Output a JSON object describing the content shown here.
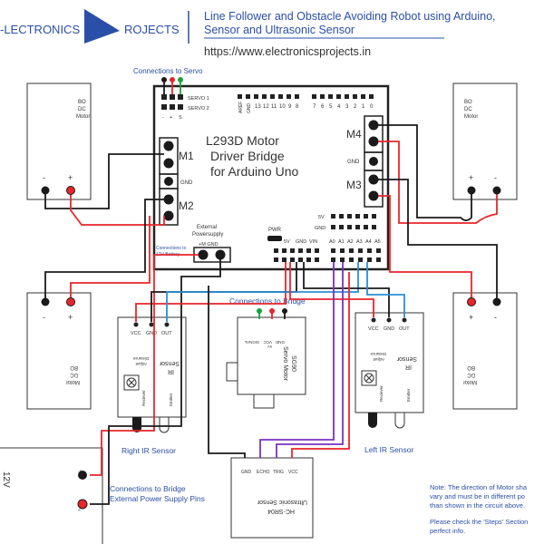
{
  "header": {
    "logo_left": "-LECTRONICS",
    "logo_right": "ROJECTS",
    "title_line1": "Line Follower and Obstacle Avoiding Robot using Arduino,",
    "title_line2": "Sensor and Ultrasonic Sensor",
    "url": "https://www.electronicsprojects.in"
  },
  "servo_connections_label": "Connections to Servo",
  "bridge_connections_label": "Connections to Bridge",
  "motors": {
    "bo_dc_motor": [
      "BO",
      "DC",
      "Motor"
    ],
    "bo_dc_motor_flipped": [
      "Motor",
      "DC",
      "BO"
    ],
    "minus": "-",
    "plus": "+"
  },
  "driver": {
    "title_lines": [
      "L293D Motor",
      "Driver Bridge",
      "for Arduino Uno"
    ],
    "servo1": "SERVO 1",
    "servo2": "SERVO 2",
    "servo_pins": [
      "-",
      "+",
      "S"
    ],
    "aref": "AREF",
    "gnd": "GND",
    "top_pins": [
      "13",
      "12",
      "11",
      "10",
      "9",
      "8",
      "7",
      "6",
      "5",
      "4",
      "3",
      "2",
      "1",
      "0"
    ],
    "m1": "M1",
    "m2": "M2",
    "m3": "M3",
    "m4": "M4",
    "ext_power_lines": [
      "External",
      "Powersupply"
    ],
    "ext_plus_minus": "+M  GND",
    "battery_label_lines": [
      "Connections to",
      "12V Battery"
    ],
    "pwr": "PWR",
    "five_v": "5V",
    "gnd_label": "GND",
    "power_pins": [
      "5V",
      "GND",
      "VIN"
    ],
    "analog_pins": [
      "A0",
      "A1",
      "A2",
      "A3",
      "A4",
      "A5"
    ]
  },
  "ir_sensor": {
    "pins": [
      "VCC",
      "GND",
      "OUT"
    ],
    "name_lines": [
      "IR",
      "Sensor"
    ],
    "adjust_lines": [
      "Adjust",
      "Distance"
    ],
    "emitter": "Emitter",
    "receiver": "Reciever",
    "right_label": "Right IR Sensor",
    "left_label": "Left IR Sensor"
  },
  "servo": {
    "pins": [
      "GND",
      "VCC",
      "SIGNAL"
    ],
    "name_lines": [
      "SG90",
      "Servo Motor"
    ],
    "pin_suffix": "5V"
  },
  "ultrasonic": {
    "pins": [
      "GND",
      "ECHO",
      "TRIG",
      "VCC"
    ],
    "name_lines": [
      "HC-SR04",
      "Ultrasonic Sensor"
    ]
  },
  "battery": {
    "voltage": "12V",
    "plus": "+",
    "minus": "-",
    "label_lines": [
      "Connections to Bridge",
      "External Power Supply Pins"
    ]
  },
  "notes": {
    "lines": [
      "Note: The direction of Motor sha",
      "vary and must be in different po",
      "than shown in the circuit above.",
      "",
      "Please check the 'Steps' Section",
      "perfect info."
    ]
  },
  "colors": {
    "red": "#e8262b",
    "black": "#1a1a1a",
    "blue": "#2a8fd6",
    "purple": "#7a2fc4",
    "green": "#1aa33a",
    "brand": "#2a4fa8"
  }
}
